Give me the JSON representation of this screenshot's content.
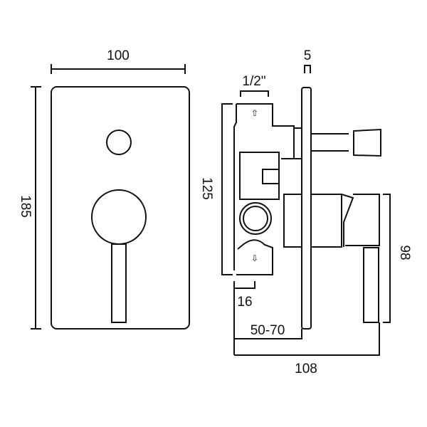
{
  "front_view": {
    "width_label": "100",
    "height_label": "185"
  },
  "side_view": {
    "plate_thickness_label": "5",
    "pipe_size_label": "1/2\"",
    "body_height_label": "125",
    "outlet_offset_label": "16",
    "wall_depth_label": "50-70",
    "total_depth_label": "108",
    "handle_height_label": "98"
  },
  "colors": {
    "line": "#111111",
    "background": "#ffffff"
  }
}
